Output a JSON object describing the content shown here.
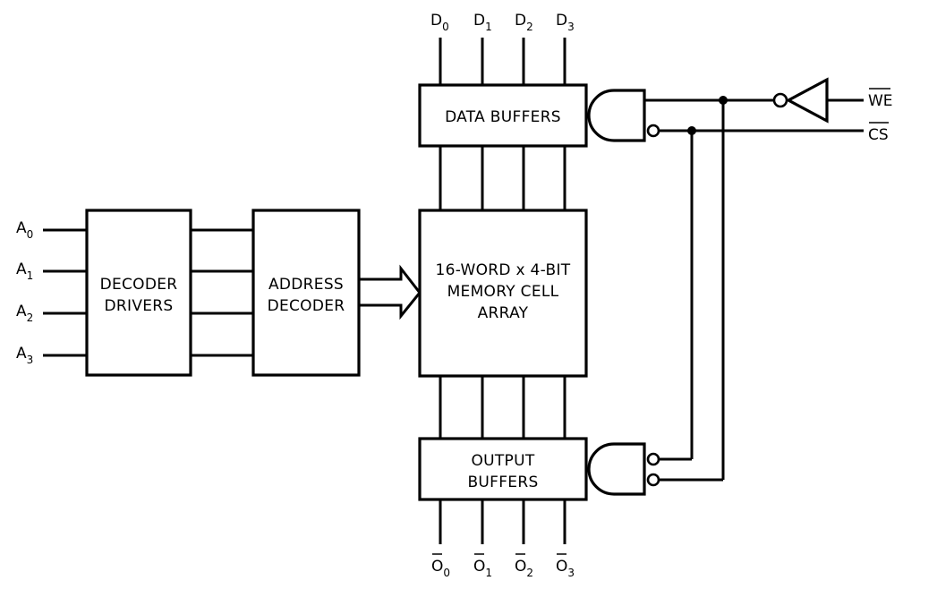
{
  "blocks": {
    "decoder_drivers": [
      "DECODER",
      "DRIVERS"
    ],
    "address_decoder": [
      "ADDRESS",
      "DECODER"
    ],
    "memory_array": [
      "16-WORD x 4-BIT",
      "MEMORY CELL",
      "ARRAY"
    ],
    "data_buffers": [
      "DATA BUFFERS"
    ],
    "output_buffers": [
      "OUTPUT",
      "BUFFERS"
    ]
  },
  "address_inputs": [
    {
      "name": "A",
      "sub": "0"
    },
    {
      "name": "A",
      "sub": "1"
    },
    {
      "name": "A",
      "sub": "2"
    },
    {
      "name": "A",
      "sub": "3"
    }
  ],
  "data_inputs": [
    {
      "name": "D",
      "sub": "0"
    },
    {
      "name": "D",
      "sub": "1"
    },
    {
      "name": "D",
      "sub": "2"
    },
    {
      "name": "D",
      "sub": "3"
    }
  ],
  "outputs": [
    {
      "name": "O",
      "sub": "0"
    },
    {
      "name": "O",
      "sub": "1"
    },
    {
      "name": "O",
      "sub": "2"
    },
    {
      "name": "O",
      "sub": "3"
    }
  ],
  "control_inputs": {
    "we": "WE",
    "cs": "CS"
  }
}
